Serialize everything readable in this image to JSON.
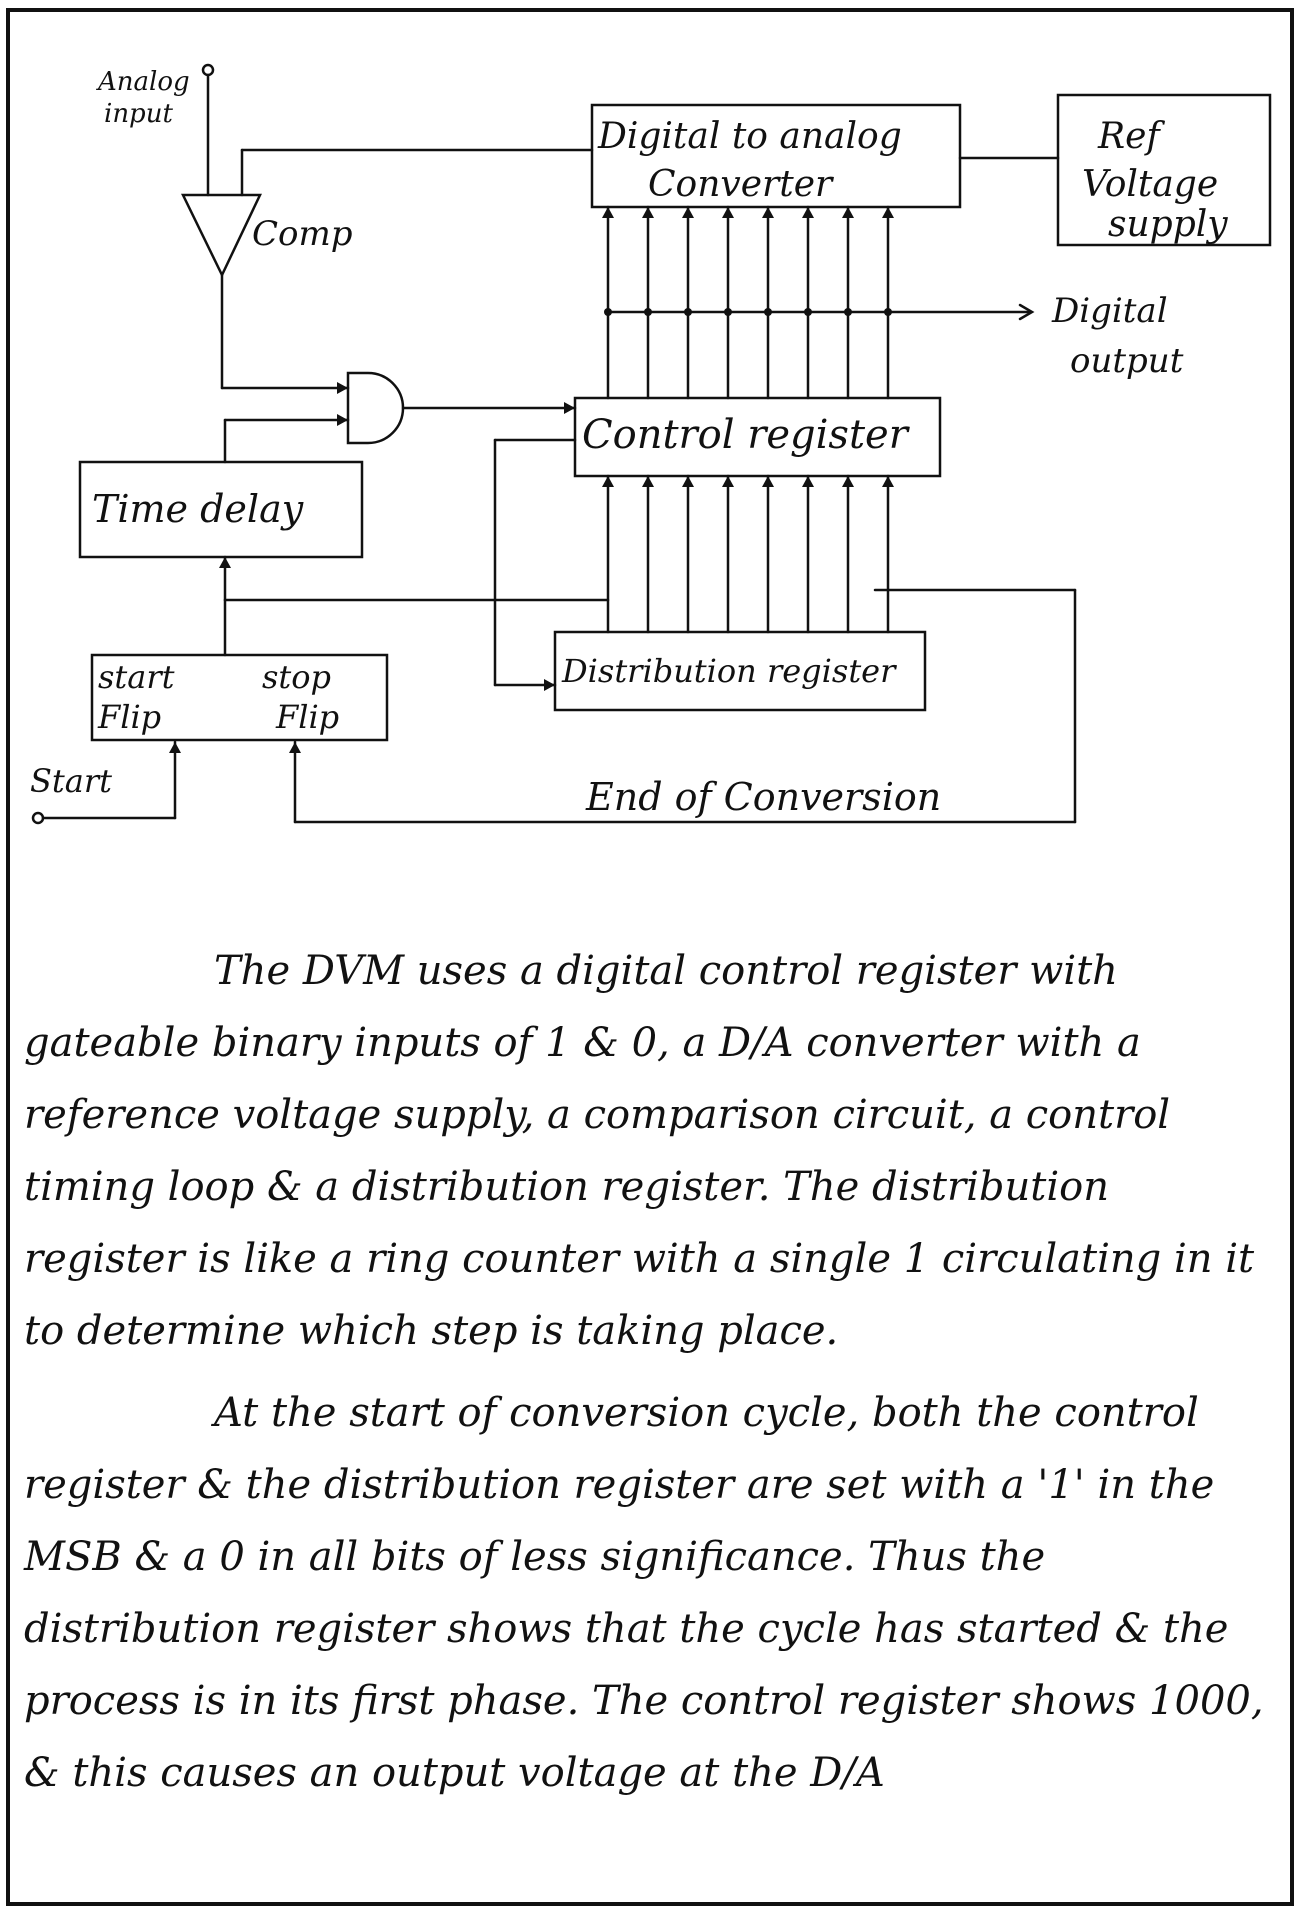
{
  "diagram": {
    "analog_input_line1": "Analog",
    "analog_input_line2": "input",
    "comparator_label": "Comp",
    "dac_line1": "Digital to analog",
    "dac_line2": "Converter",
    "ref_line1": "Ref",
    "ref_line2": "Voltage",
    "ref_line3": "supply",
    "digital_output_line1": "Digital",
    "digital_output_line2": "output",
    "control_register": "Control register",
    "time_delay": "Time delay",
    "distribution_register": "Distribution register",
    "start_flip_line1": "start",
    "start_flip_line2": "Flip",
    "stop_flip_line1": "stop",
    "stop_flip_line2": "Flip",
    "start_input": "Start",
    "end_of_conversion": "End of Conversion"
  },
  "text": {
    "paragraph1": "The DVM uses a digital control register with gateable binary inputs of 1 & 0, a D/A converter with a reference voltage supply, a comparison circuit, a control timing loop & a distribution register. The distribution register is like a ring counter with a single 1 circulating in it to determine which step is taking place.",
    "paragraph2": "At the start of conversion cycle, both the control register & the distribution register are set with a '1' in the MSB & a 0 in all bits of less significance. Thus the distribution register shows that the cycle has started & the process is in its first phase. The control register shows 1000, & this causes an output voltage at the D/A"
  }
}
